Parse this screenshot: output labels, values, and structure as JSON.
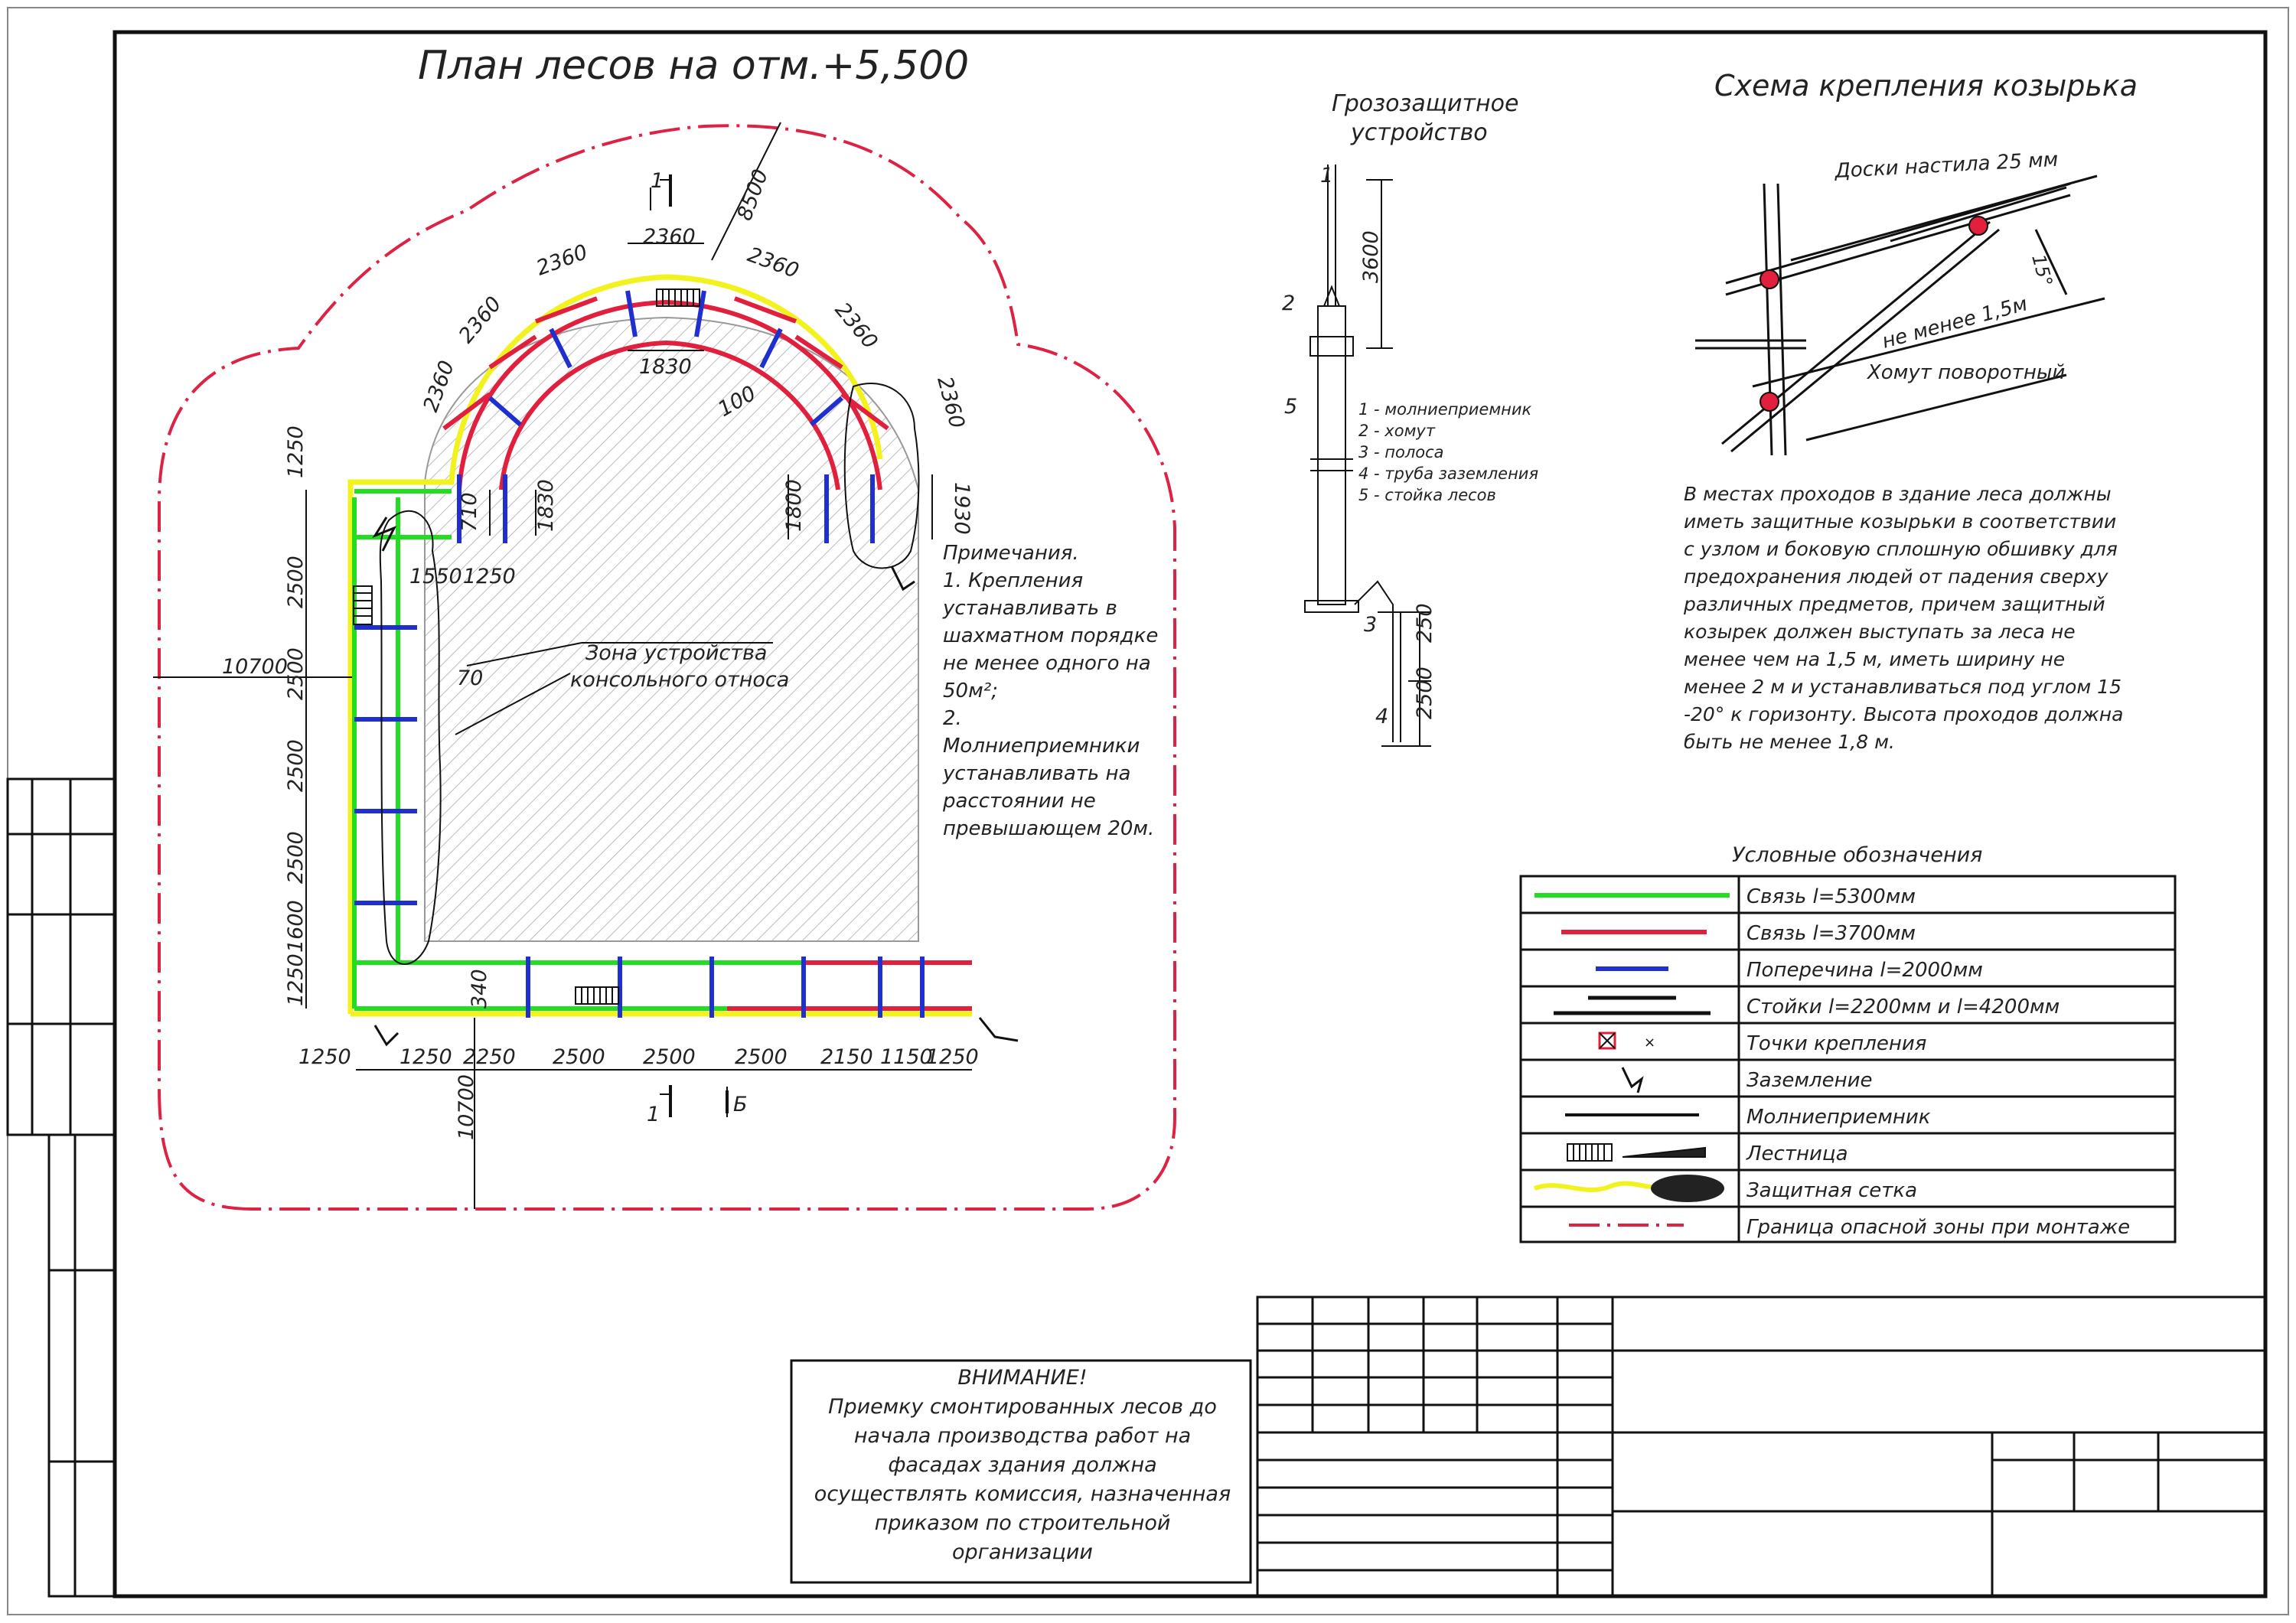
{
  "title": "План лесов на отм.+5,500",
  "zone_label": [
    "Зона устройства",
    "консольного относа"
  ],
  "section_marks": {
    "top": "1",
    "bottom": "1",
    "arrow_b": "Б"
  },
  "dimensions": {
    "arc_segments": [
      "2360",
      "2360",
      "2360",
      "2360",
      "2360",
      "2360",
      "2360"
    ],
    "radius": "8500",
    "chord": "1830",
    "offset_100": "100",
    "left_vertical": [
      "1250",
      "2500",
      "2500",
      "2500",
      "2500",
      "1600",
      "1250"
    ],
    "bottom_horizontal": [
      "1250",
      "1250",
      "2250",
      "2500",
      "2500",
      "2500",
      "2150",
      "1150",
      "1250"
    ],
    "zone_horizontal": "10700",
    "zone_vertical": "10700",
    "small": [
      "1550",
      "1250",
      "710",
      "70",
      "340",
      "1830",
      "1800",
      "1930"
    ]
  },
  "notes": {
    "heading": "Примечания.",
    "item1": "1. Крепления устанавливать в шахматном порядке не менее одного на 50м²;",
    "item2": "2. Молниеприемники устанавливать на расстоянии не превышающем 20м."
  },
  "lightning": {
    "title": [
      "Грозозащитное",
      "устройство"
    ],
    "dims": [
      "3600",
      "250",
      "2500"
    ],
    "callouts": [
      "1",
      "2",
      "3",
      "4",
      "5"
    ],
    "legend": [
      "1 - молниеприемник",
      "2 - хомут",
      "3 - полоса",
      "4 - труба заземления",
      "5 - стойка лесов"
    ]
  },
  "canopy": {
    "title": "Схема крепления козырька",
    "labels": [
      "Доски настила 25 мм",
      "не менее 1,5м",
      "Хомут поворотный",
      "15°"
    ],
    "description": "В местах проходов в здание леса должны иметь защитные козырьки в соответствии с узлом и боковую сплошную обшивку для предохранения людей от падения сверху различных предметов, причем защитный козырек должен выступать за леса не менее чем на 1,5 м, иметь ширину не менее 2 м и устанавливаться под углом 15 -20° к горизонту. Высота проходов должна быть не менее 1,8 м."
  },
  "legend": {
    "title": "Условные обозначения",
    "items": [
      {
        "label": "Связь l=5300мм",
        "color": "#22dd22"
      },
      {
        "label": "Связь l=3700мм",
        "color": "#cc2244"
      },
      {
        "label": "Поперечина l=2000мм",
        "color": "#2233cc"
      },
      {
        "label": "Стойки l=2200мм и l=4200мм",
        "color": "#111111"
      },
      {
        "label": "Точки крепления",
        "color": "#cc2222"
      },
      {
        "label": "Заземление",
        "color": "#111111"
      },
      {
        "label": "Молниеприемник",
        "color": "#111111"
      },
      {
        "label": "Лестница",
        "color": "#111111"
      },
      {
        "label": "Защитная сетка",
        "color": "#eeee22"
      },
      {
        "label": "Граница опасной зоны при монтаже",
        "color": "#dd2244"
      }
    ]
  },
  "attention": {
    "heading": "ВНИМАНИЕ!",
    "lines": [
      "Приемку смонтированных лесов до",
      "начала производства работ на",
      "фасадах здания должна",
      "осуществлять комиссия, назначенная",
      "приказом по строительной",
      "организации"
    ]
  },
  "colors": {
    "green": "#22dd22",
    "red": "#e0203c",
    "blue": "#1f2fd0",
    "yellow": "#f2f21e",
    "frame": "#111111"
  }
}
